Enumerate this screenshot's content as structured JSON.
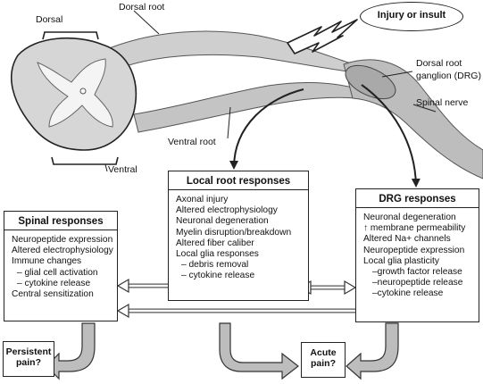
{
  "labels": {
    "dorsal": "Dorsal",
    "dorsal_root": "Dorsal root",
    "ventral_root": "Ventral root",
    "ventral": "Ventral",
    "drg_line1": "Dorsal root",
    "drg_line2": "ganglion (DRG)",
    "spinal_nerve": "Spinal nerve",
    "injury": "Injury or insult"
  },
  "local_root": {
    "title": "Local root responses",
    "items": [
      "Axonal injury",
      "Altered electrophysiology",
      "Neuronal degeneration",
      "Myelin disruption/breakdown",
      "Altered fiber caliber",
      "Local glia responses",
      "– debris removal",
      "– cytokine release"
    ]
  },
  "spinal": {
    "title": "Spinal responses",
    "items": [
      "Neuropeptide expression",
      "Altered electrophysiology",
      "Immune changes",
      "– glial cell activation",
      "– cytokine release",
      "Central sensitization"
    ]
  },
  "drg": {
    "title": "DRG responses",
    "items": [
      "Neuronal degeneration",
      "↑ membrane permeability",
      "Altered Na+ channels",
      "Neuropeptide expression",
      "Local glia plasticity",
      "–growth factor release",
      "–neuropeptide release",
      "–cytokine release"
    ]
  },
  "outcomes": {
    "persistent_line1": "Persistent",
    "persistent_line2": "pain?",
    "acute_line1": "Acute",
    "acute_line2": "pain?"
  },
  "colors": {
    "tissue": "#cfcfcf",
    "tissue_dark": "#a9a9a9",
    "arrow_fill": "#bdbdbd",
    "outline": "#222222"
  }
}
